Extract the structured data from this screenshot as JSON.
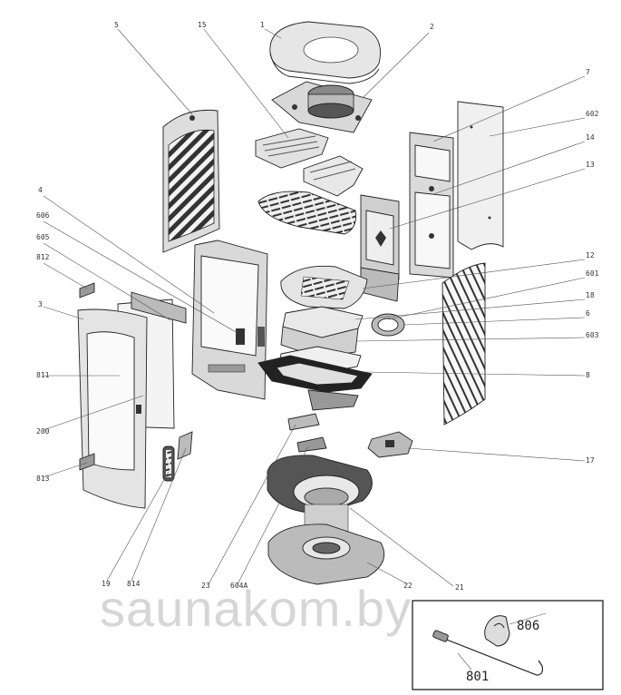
{
  "diagram": {
    "watermark": "saunakom.by",
    "callouts": {
      "c1": "1",
      "c2": "2",
      "c3": "3",
      "c4": "4",
      "c5": "5",
      "c6": "6",
      "c7": "7",
      "c8": "8",
      "c12": "12",
      "c13": "13",
      "c14": "14",
      "c15": "15",
      "c17": "17",
      "c18": "18",
      "c19": "19",
      "c21": "21",
      "c22": "22",
      "c23": "23",
      "c200": "200",
      "c601": "601",
      "c602": "602",
      "c603": "603",
      "c604a": "604A",
      "c605": "605",
      "c606": "606",
      "c811": "811",
      "c812": "812",
      "c813": "813",
      "c814": "814"
    },
    "inset": {
      "label_806": "806",
      "label_801": "801"
    }
  }
}
